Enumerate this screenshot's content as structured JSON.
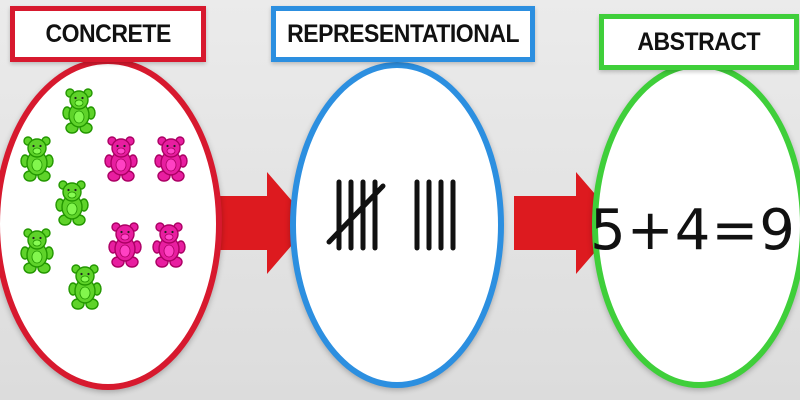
{
  "stages": [
    {
      "label": "CONCRETE",
      "border_color": "#d7192e"
    },
    {
      "label": "REPRESENTATIONAL",
      "border_color": "#2c8fe0"
    },
    {
      "label": "ABSTRACT",
      "border_color": "#3fcf3a"
    }
  ],
  "concrete": {
    "bear_count_green": 5,
    "bear_count_pink": 4,
    "green_color": "#5fd32a",
    "pink_color": "#e81ea0"
  },
  "representational": {
    "tally_groups": [
      5,
      4
    ]
  },
  "abstract": {
    "equation": "5+4=9"
  },
  "arrow_color": "#dd1a1f",
  "icons": [
    "teddy-bear-icon",
    "arrow-right-icon",
    "tally-marks-icon"
  ]
}
